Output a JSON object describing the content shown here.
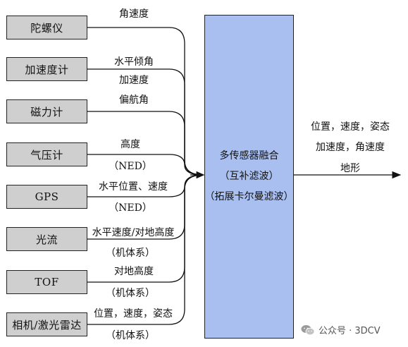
{
  "sensors": [
    {
      "name": "陀螺仪",
      "labels": [
        "角速度"
      ]
    },
    {
      "name": "加速度计",
      "labels": [
        "水平倾角",
        "加速度"
      ]
    },
    {
      "name": "磁力计",
      "labels": [
        "偏航角"
      ]
    },
    {
      "name": "气压计",
      "labels": [
        "高度",
        "（NED）"
      ]
    },
    {
      "name": "GPS",
      "labels": [
        "水平位置、速度",
        "（NED）"
      ]
    },
    {
      "name": "光流",
      "labels": [
        "水平速度/对地高度",
        "（机体系）"
      ]
    },
    {
      "name": "TOF",
      "labels": [
        "对地高度",
        "（机体系）"
      ]
    },
    {
      "name": "相机/激光雷达",
      "labels": [
        "位置，速度，姿态",
        "（机体系）"
      ]
    }
  ],
  "fusion": {
    "line1": "多传感器融合",
    "line2": "（互补滤波）",
    "line3": "（拓展卡尔曼滤波）",
    "color": "#a9bff0"
  },
  "outputs": {
    "line1": "位置，速度，姿态",
    "line2": "加速度，角速度",
    "line3": "地形"
  },
  "watermark": {
    "text": "公众号 · 3DCV",
    "icon": "wechat-icon"
  }
}
